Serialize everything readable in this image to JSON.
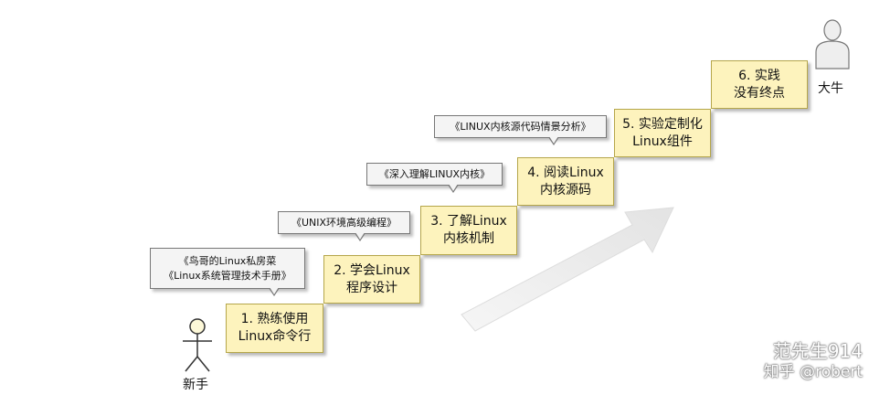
{
  "start_actor": {
    "label": "新手",
    "icon": "stick-figure-icon"
  },
  "end_actor": {
    "label": "大牛",
    "icon": "user-silhouette-icon"
  },
  "steps": [
    {
      "line1": "1. 熟练使用",
      "line2": "Linux命令行"
    },
    {
      "line1": "2. 学会Linux",
      "line2": "程序设计"
    },
    {
      "line1": "3. 了解Linux",
      "line2": "内核机制"
    },
    {
      "line1": "4. 阅读Linux",
      "line2": "内核源码"
    },
    {
      "line1": "5. 实验定制化",
      "line2": "Linux组件"
    },
    {
      "line1": "6. 实践",
      "line2": "没有终点"
    }
  ],
  "books": [
    {
      "line1": "《鸟哥的Linux私房菜",
      "line2": "《Linux系统管理技术手册》"
    },
    {
      "line1": "《UNIX环境高级编程》"
    },
    {
      "line1": "《深入理解LINUX内核》"
    },
    {
      "line1": "《LINUX内核源代码情景分析》"
    }
  ],
  "watermark": {
    "line1": "范先生914",
    "line2": "知乎 @robert"
  },
  "colors": {
    "step_fill": "#fdf3bd",
    "step_border": "#b5a64a",
    "bubble_fill": "#f4f4f4",
    "arrow": "#ececec"
  }
}
